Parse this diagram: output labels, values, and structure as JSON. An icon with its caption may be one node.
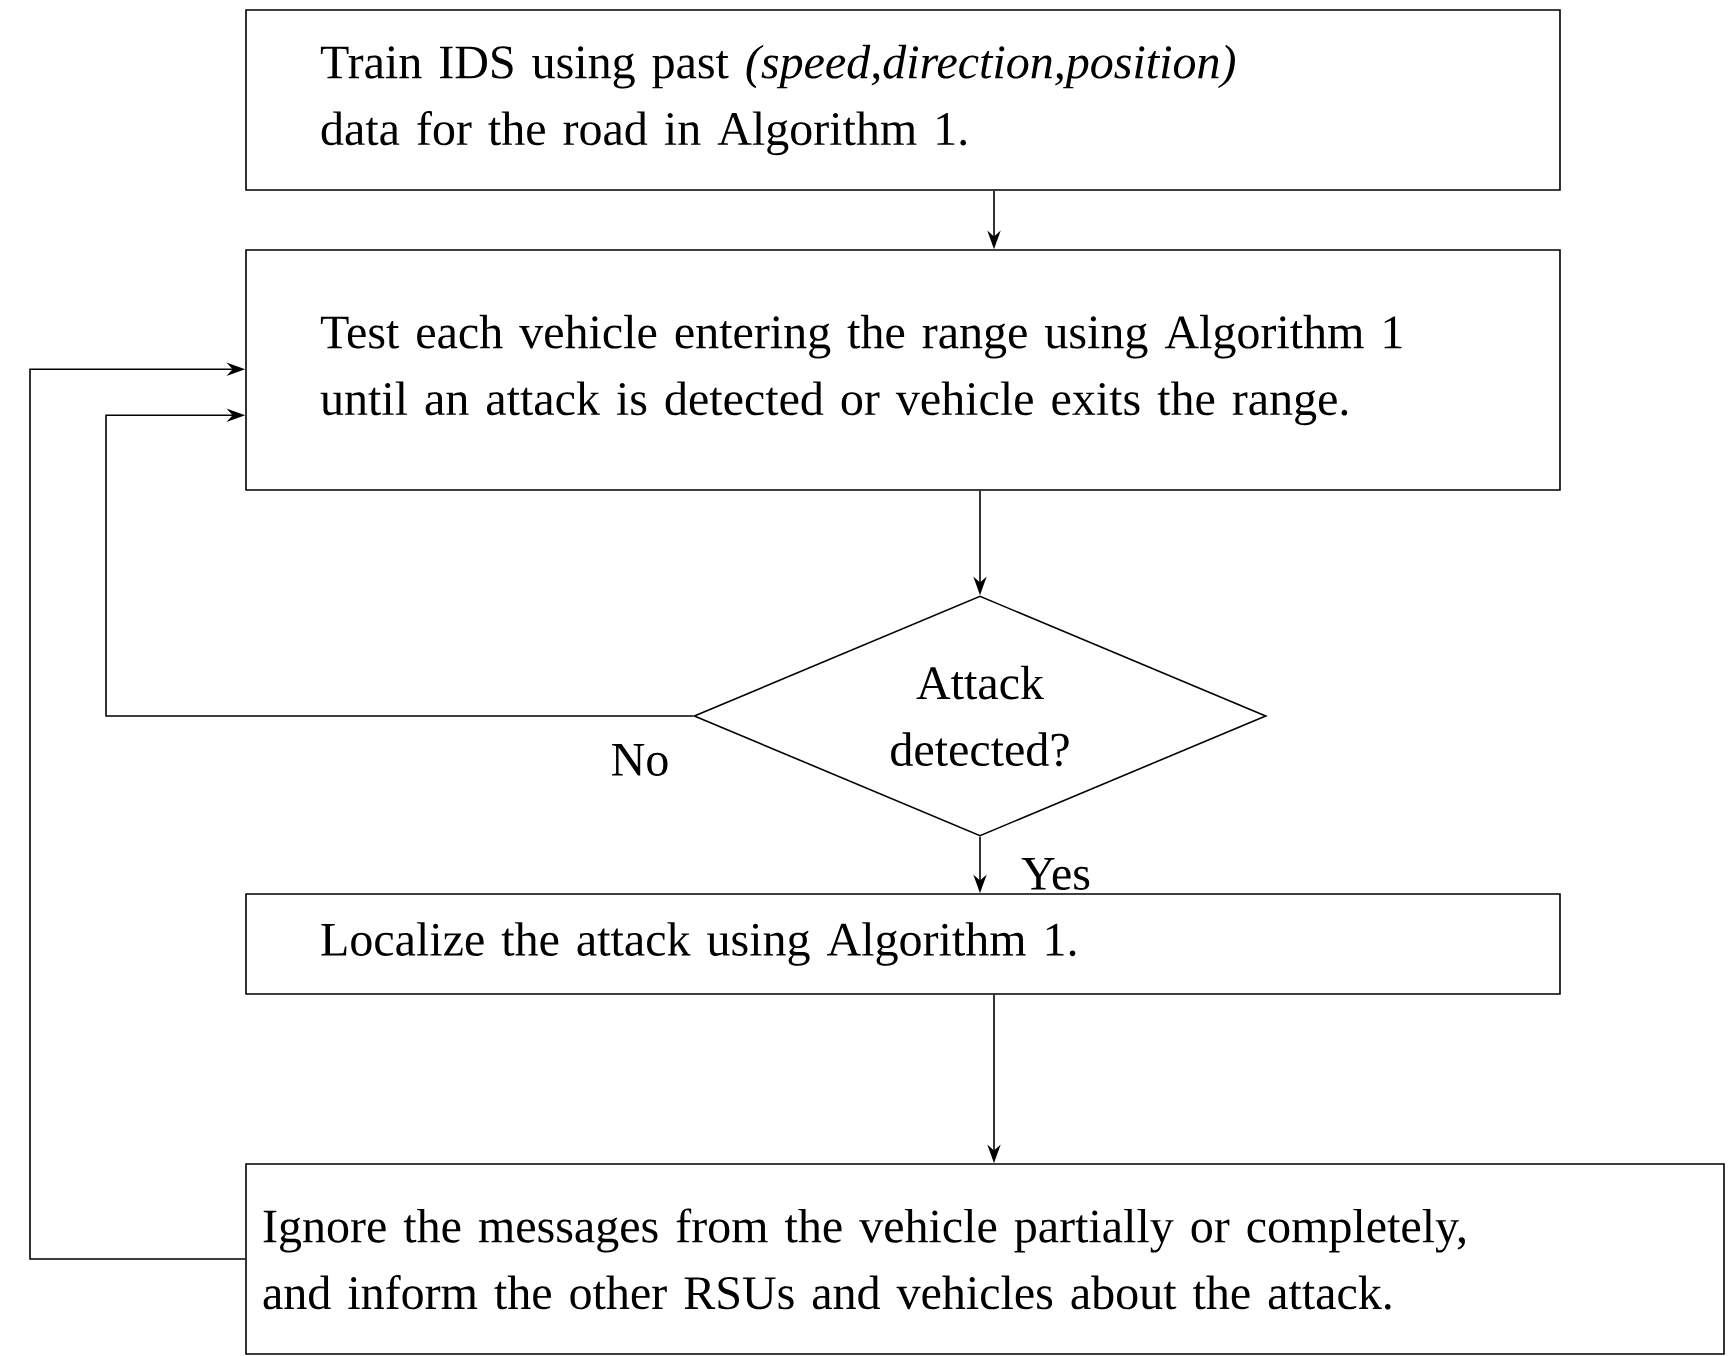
{
  "diagram": {
    "nodes": [
      {
        "text": [
          "Train IDS using past *(speed,direction,position)* data for the road in Algorithm 1."
        ]
      },
      {
        "text": [
          "Test each vehicle entering the range using Algorithm 1 until an attack is detected or vehicle exits the range."
        ]
      },
      {
        "text": [
          "Attack detected?"
        ]
      },
      {
        "text": [
          "Localize the attack using Algorithm 1."
        ]
      },
      {
        "text": [
          "Ignore the messages from the vehicle partially or completely, and inform the other RSUs and vehicles about the attack."
        ]
      }
    ],
    "edges": [
      {
        "from": 0,
        "to": 1,
        "arrow": "to"
      },
      {
        "from": 1,
        "to": 2,
        "arrow": "to"
      },
      {
        "from": 2,
        "to": 1,
        "arrow": "to",
        "label": "No"
      },
      {
        "from": 2,
        "to": 3,
        "arrow": "to",
        "label": "Yes"
      },
      {
        "from": 3,
        "to": 4,
        "arrow": "to"
      },
      {
        "from": 4,
        "to": 1,
        "arrow": "to"
      }
    ]
  }
}
